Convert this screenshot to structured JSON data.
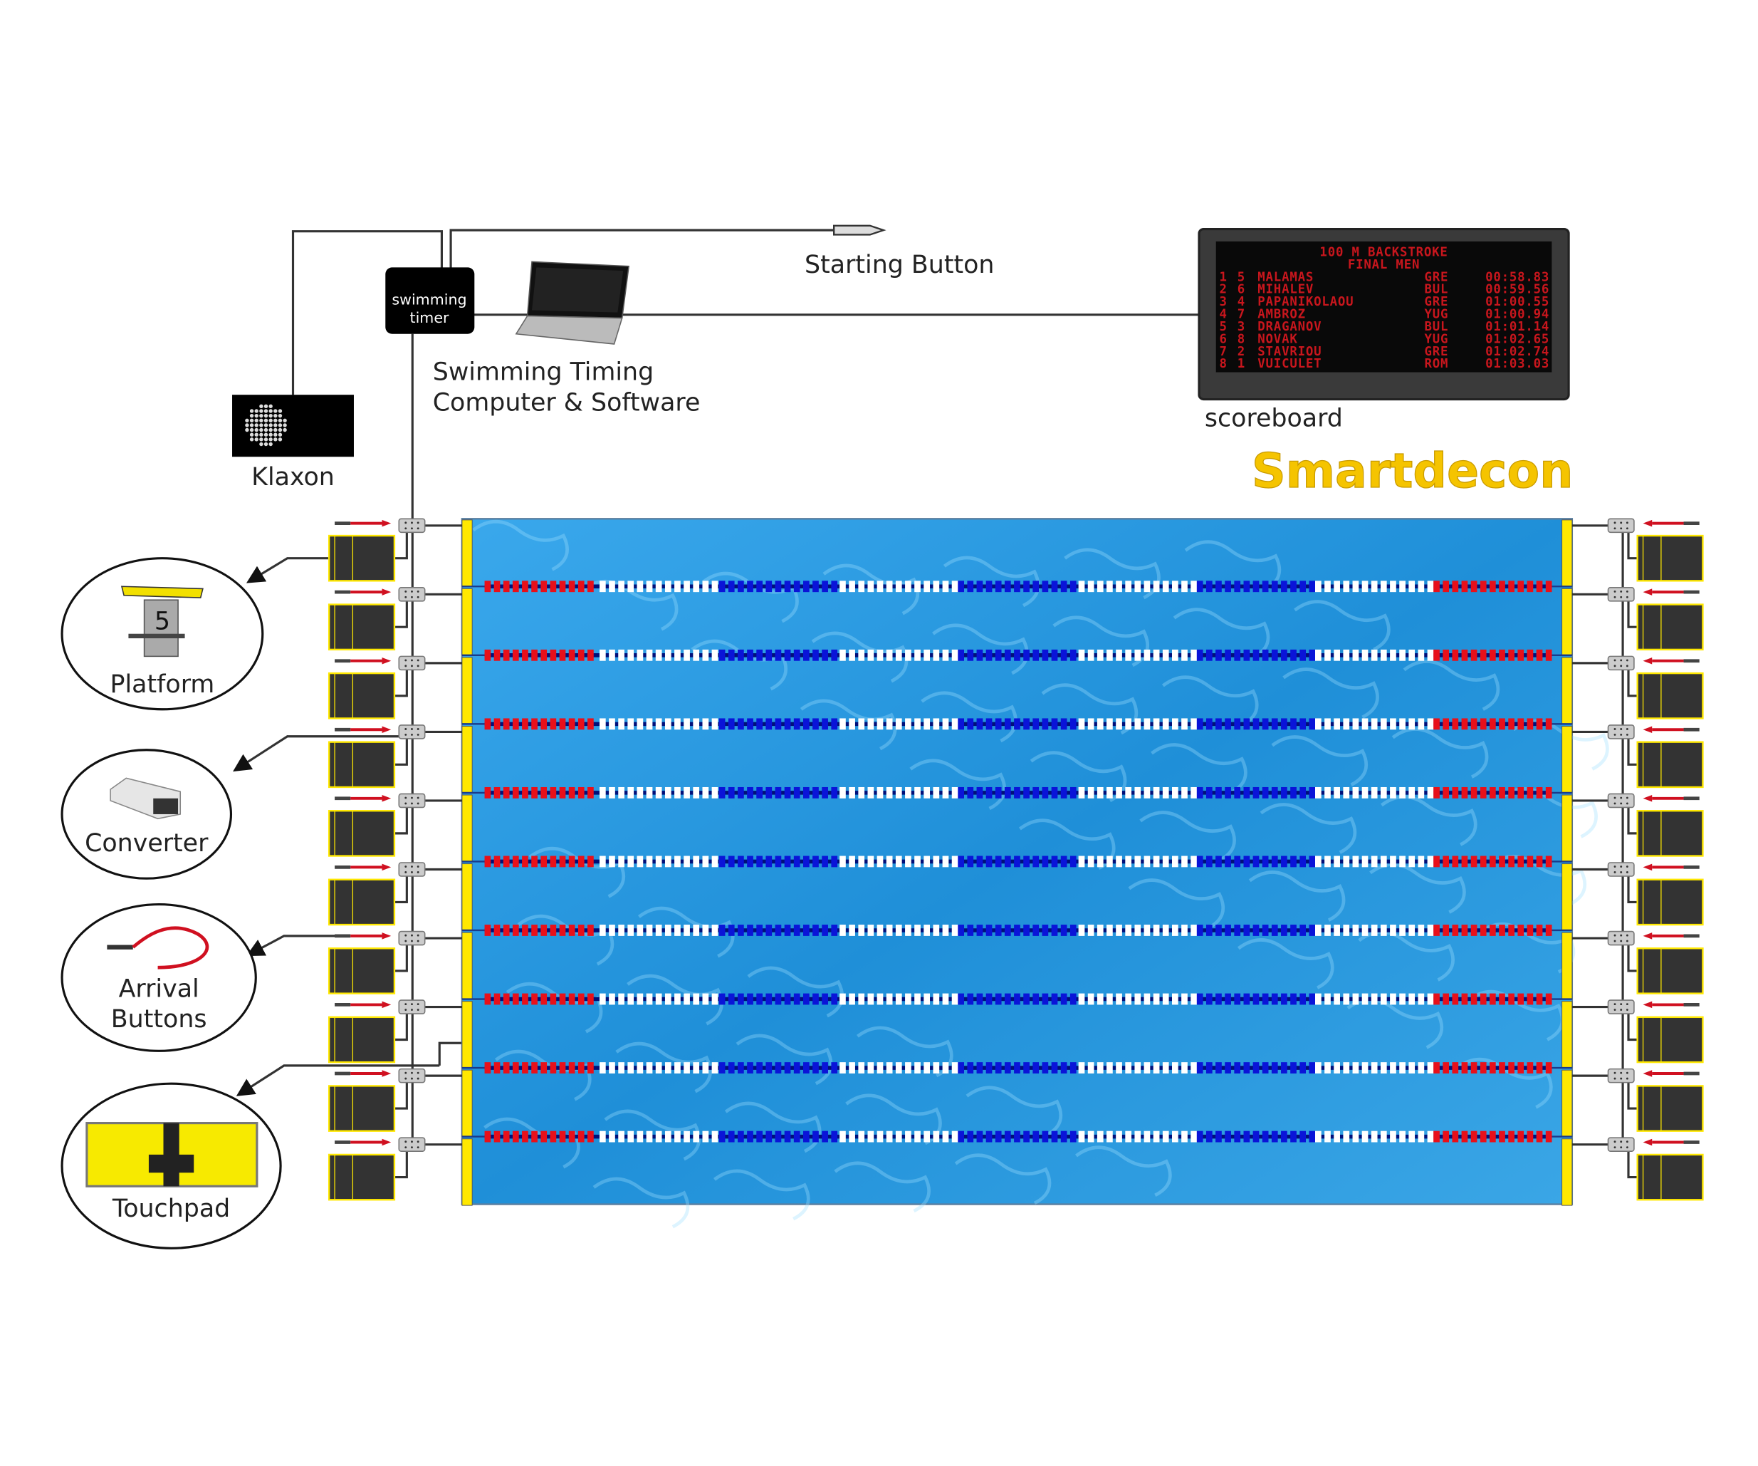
{
  "labels": {
    "starting_button": "Starting Button",
    "timer_line1": "swimming",
    "timer_line2": "timer",
    "computer_line1": "Swimming Timing",
    "computer_line2": "Computer & Software",
    "klaxon": "Klaxon",
    "scoreboard": "scoreboard",
    "brand": "Smartdecon",
    "platform": "Platform",
    "platform_number": "5",
    "converter": "Converter",
    "arrival_line1": "Arrival",
    "arrival_line2": "Buttons",
    "touchpad": "Touchpad"
  },
  "scoreboard": {
    "title1": "100 M BACKSTROKE",
    "title2": "FINAL MEN",
    "rows": [
      {
        "rank": "1",
        "lane": "5",
        "name": "MALAMAS",
        "country": "GRE",
        "time": "00:58.83"
      },
      {
        "rank": "2",
        "lane": "6",
        "name": "MIHALEV",
        "country": "BUL",
        "time": "00:59.56"
      },
      {
        "rank": "3",
        "lane": "4",
        "name": "PAPANIKOLAOU",
        "country": "GRE",
        "time": "01:00.55"
      },
      {
        "rank": "4",
        "lane": "7",
        "name": "AMBROZ",
        "country": "YUG",
        "time": "01:00.94"
      },
      {
        "rank": "5",
        "lane": "3",
        "name": "DRAGANOV",
        "country": "BUL",
        "time": "01:01.14"
      },
      {
        "rank": "6",
        "lane": "8",
        "name": "NOVAK",
        "country": "YUG",
        "time": "01:02.65"
      },
      {
        "rank": "7",
        "lane": "2",
        "name": "STAVRIOU",
        "country": "GRE",
        "time": "01:02.74"
      },
      {
        "rank": "8",
        "lane": "1",
        "name": "VUICULET",
        "country": "ROM",
        "time": "01:03.03"
      }
    ]
  },
  "pool": {
    "lanes": 10,
    "lane_ropes": 9
  },
  "colors": {
    "water": "#2a9be0",
    "yellow": "#ffe800",
    "red": "#e8101a",
    "blue": "#0a14d8",
    "brand": "#f5c400"
  }
}
